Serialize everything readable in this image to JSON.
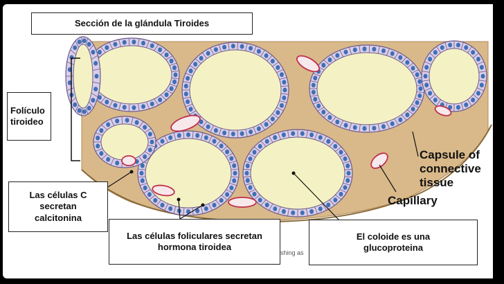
{
  "title": "Sección de la glándula Tiroides",
  "labels": {
    "follicle_line1": "Folículo",
    "follicle_line2": "tiroideo",
    "ccells_line1": "Las células C",
    "ccells_line2": "secretan",
    "ccells_line3": "calcitonina",
    "follicular_line1": "Las células foliculares secretan",
    "follicular_line2": "hormona tiroidea",
    "colloid_line1": "El coloide es una",
    "colloid_line2": "glucoproteina",
    "capsule_line1": "Capsule of",
    "capsule_line2": "connective",
    "capsule_line3": "tissue",
    "capillary": "Capillary",
    "watermark": "shing as"
  },
  "colors": {
    "background": "#ffffff",
    "connective_tissue": "#d9b98a",
    "colloid": "#f4f2c4",
    "cell_fill": "#d9cde8",
    "cell_outline": "#6a5a8a",
    "nucleus": "#3f6fb5",
    "capillary_outline": "#c0304a",
    "capillary_fill": "#f7e8ec"
  }
}
